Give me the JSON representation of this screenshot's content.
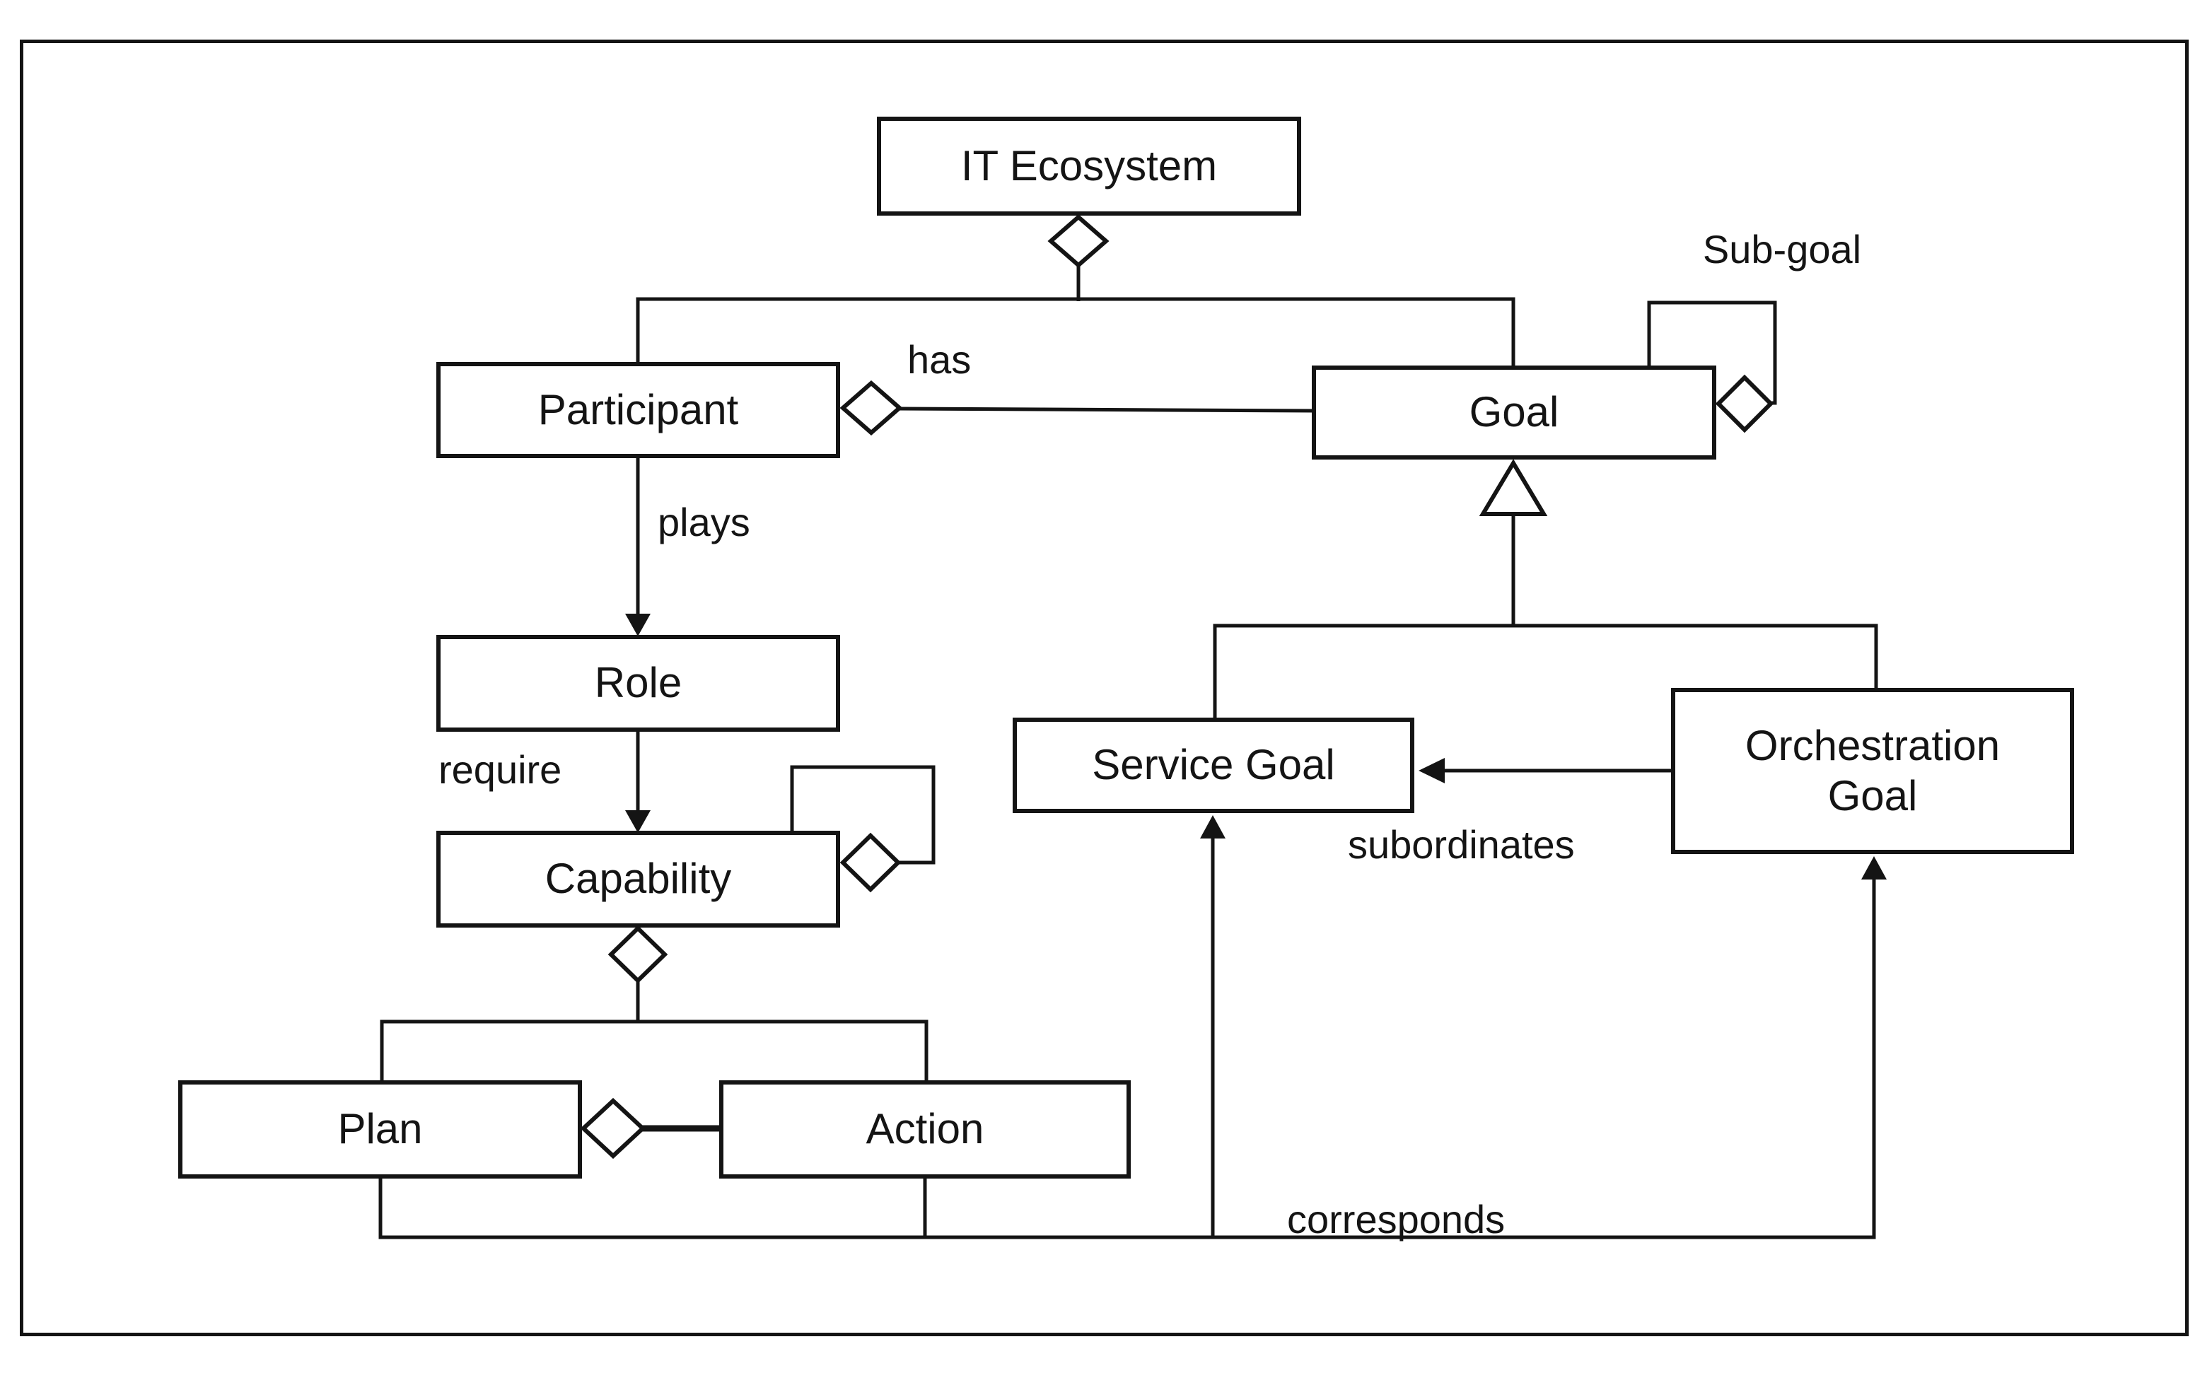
{
  "diagram": {
    "background": "#ffffff",
    "stroke_color": "#141414",
    "nodes": {
      "it_ecosystem": {
        "label": "IT Ecosystem"
      },
      "participant": {
        "label": "Participant"
      },
      "goal": {
        "label": "Goal"
      },
      "role": {
        "label": "Role"
      },
      "capability": {
        "label": "Capability"
      },
      "plan": {
        "label": "Plan"
      },
      "action": {
        "label": "Action"
      },
      "service_goal": {
        "label": "Service Goal"
      },
      "orchestration_goal": {
        "label": "Orchestration Goal"
      }
    },
    "edge_labels": {
      "has": "has",
      "plays": "plays",
      "require": "require",
      "sub_goal": "Sub-goal",
      "subordinates": "subordinates",
      "corresponds": "corresponds"
    },
    "relationships": [
      {
        "from": "IT Ecosystem",
        "to": "Participant",
        "type": "aggregation",
        "label": ""
      },
      {
        "from": "IT Ecosystem",
        "to": "Goal",
        "type": "aggregation",
        "label": ""
      },
      {
        "from": "Participant",
        "to": "Goal",
        "type": "aggregation",
        "label": "has"
      },
      {
        "from": "Participant",
        "to": "Role",
        "type": "directed-arrow",
        "label": "plays"
      },
      {
        "from": "Role",
        "to": "Capability",
        "type": "directed-arrow",
        "label": "require"
      },
      {
        "from": "Goal",
        "to": "Goal",
        "type": "aggregation-self-loop",
        "label": "Sub-goal"
      },
      {
        "from": "Service Goal",
        "to": "Goal",
        "type": "generalization",
        "label": ""
      },
      {
        "from": "Orchestration Goal",
        "to": "Goal",
        "type": "generalization",
        "label": ""
      },
      {
        "from": "Orchestration Goal",
        "to": "Service Goal",
        "type": "directed-arrow",
        "label": "subordinates"
      },
      {
        "from": "Capability",
        "to": "Capability",
        "type": "aggregation-self-loop",
        "label": ""
      },
      {
        "from": "Capability",
        "to": "Plan",
        "type": "aggregation",
        "label": ""
      },
      {
        "from": "Capability",
        "to": "Action",
        "type": "aggregation",
        "label": ""
      },
      {
        "from": "Plan",
        "to": "Action",
        "type": "aggregation",
        "label": ""
      },
      {
        "from": "Plan",
        "to": "Service Goal",
        "type": "directed-arrow",
        "label": "corresponds"
      },
      {
        "from": "Action",
        "to": "Orchestration Goal",
        "type": "directed-arrow",
        "label": "corresponds"
      }
    ]
  }
}
